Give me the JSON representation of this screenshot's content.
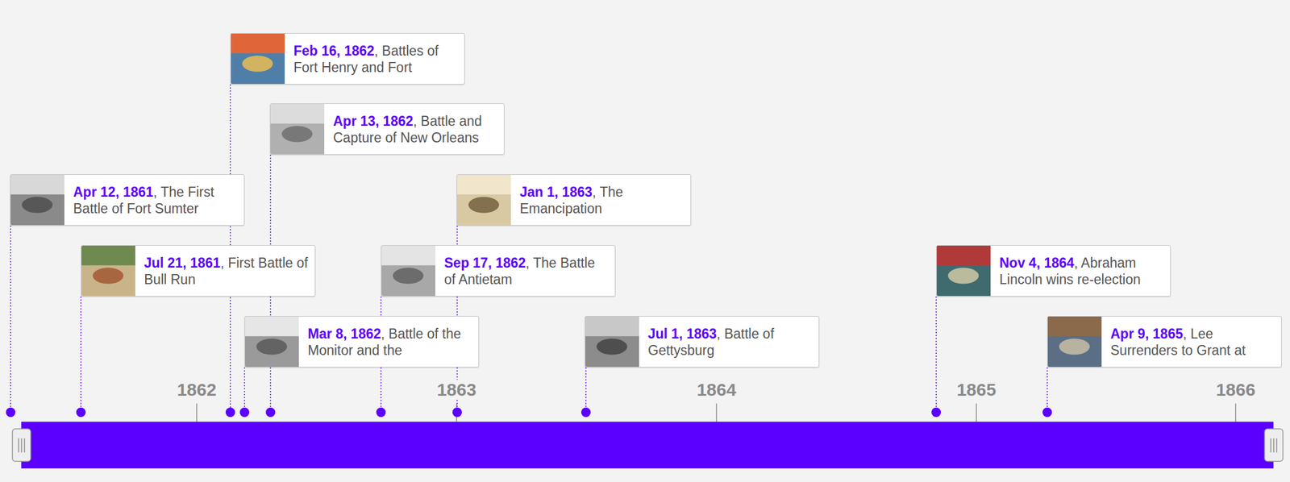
{
  "diagram": {
    "nodes": [
      {
        "text": [
          "Apr 12, 1861",
          ", The First Battle of Fort Sumter"
        ]
      },
      {
        "text": [
          "Jul 21, 1861",
          ", First Battle of Bull Run"
        ]
      },
      {
        "text": [
          "Feb 16, 1862",
          ", Battles of Fort Henry and Fort"
        ]
      },
      {
        "text": [
          "Mar 8, 1862",
          ", Battle of the Monitor and the"
        ]
      },
      {
        "text": [
          "Apr 13, 1862",
          ", Battle and Capture of New Orleans"
        ]
      },
      {
        "text": [
          "Sep 17, 1862",
          ", The Battle of Antietam"
        ]
      },
      {
        "text": [
          "Jan 1, 1863",
          ", The Emancipation"
        ]
      },
      {
        "text": [
          "Jul 1, 1863",
          ", Battle of Gettysburg"
        ]
      },
      {
        "text": [
          "Nov 4, 1864",
          ", Abraham Lincoln wins re-election"
        ]
      },
      {
        "text": [
          "Apr 9, 1865",
          ", Lee Surrenders to Grant at"
        ]
      }
    ],
    "labels": [
      "1862",
      "1863",
      "1864",
      "1865",
      "1866"
    ]
  }
}
